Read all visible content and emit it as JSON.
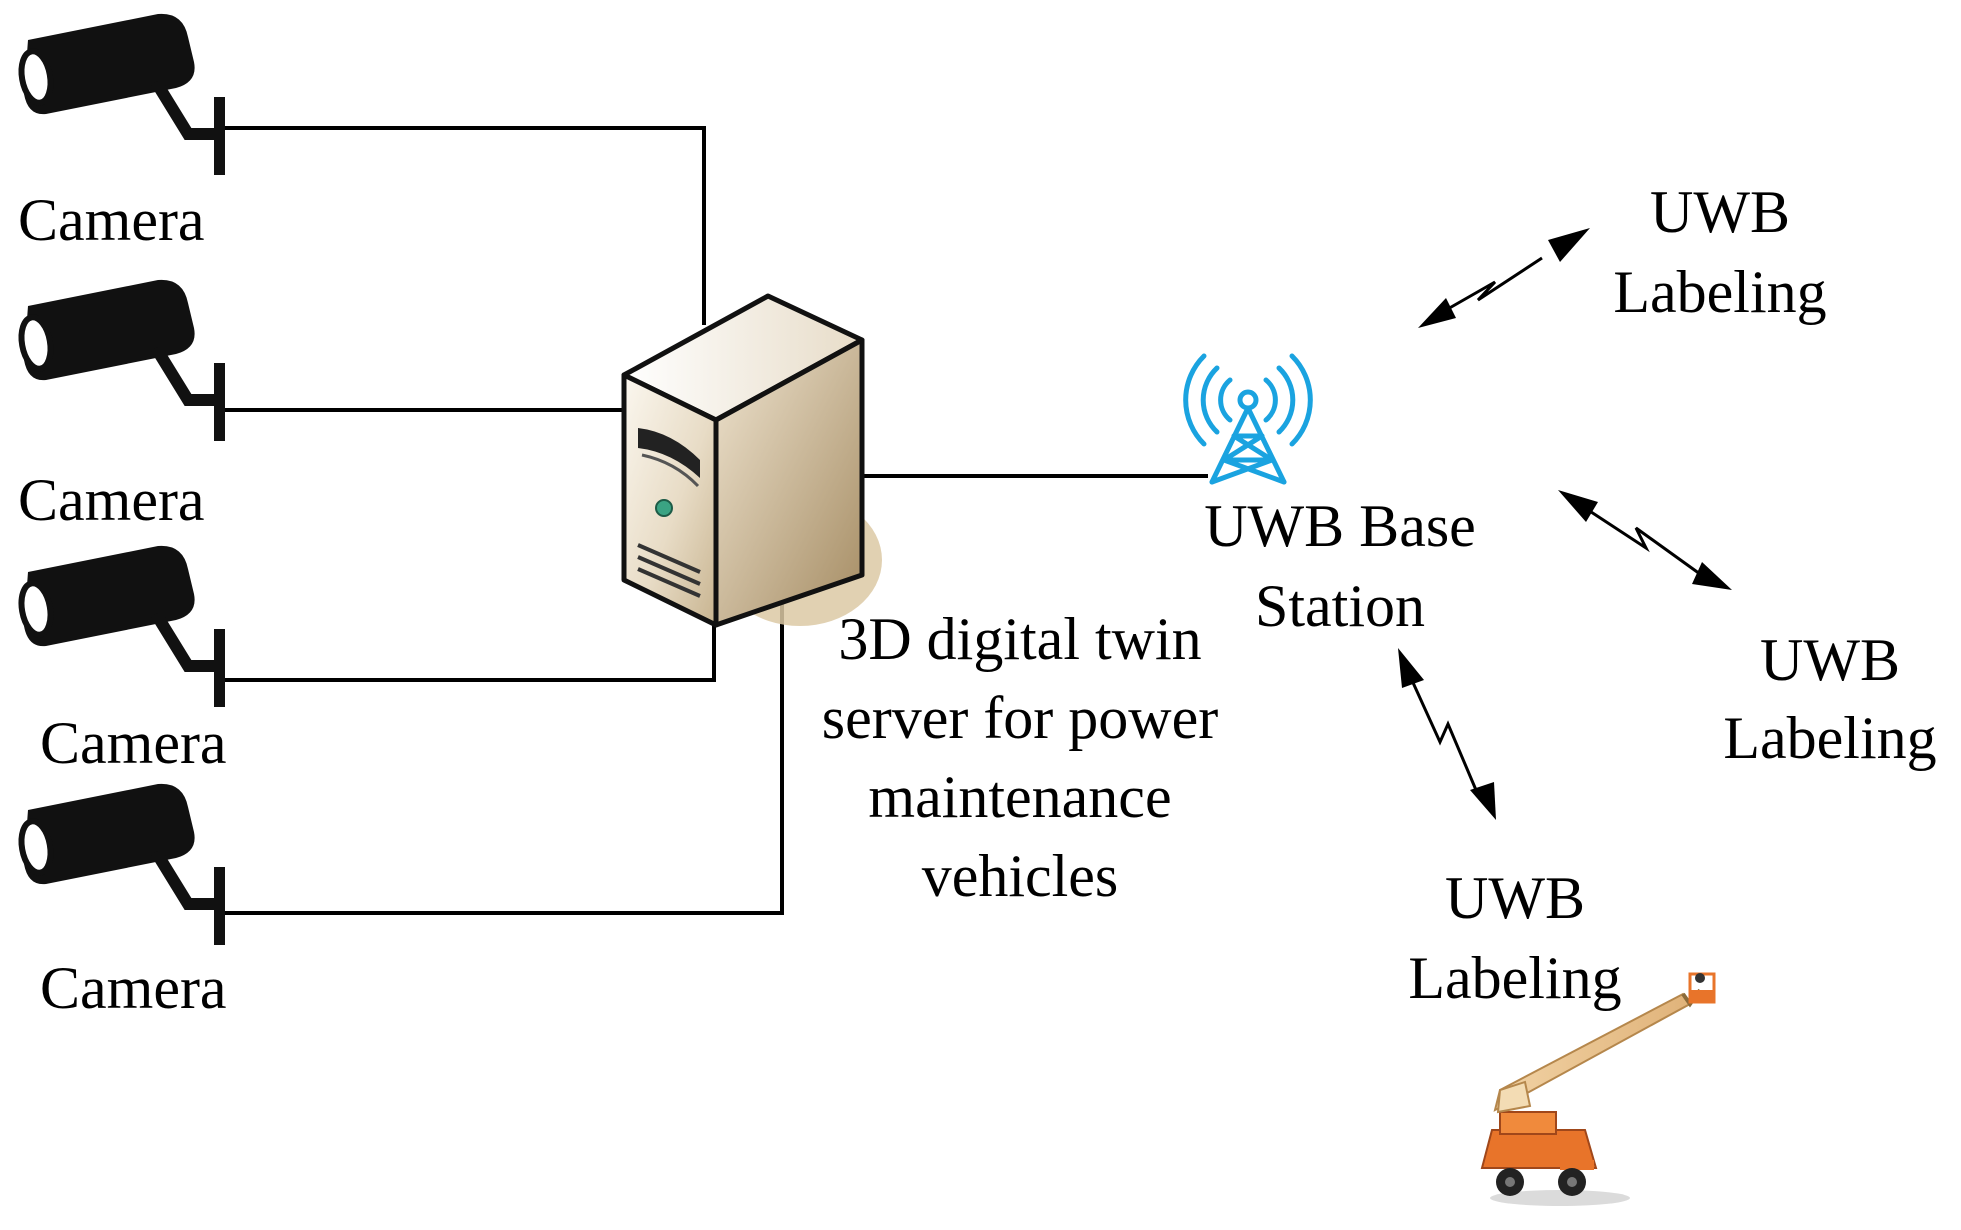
{
  "cameras": [
    {
      "label": "Camera"
    },
    {
      "label": "Camera"
    },
    {
      "label": "Camera"
    },
    {
      "label": "Camera"
    }
  ],
  "server": {
    "label_lines": [
      "3D digital twin",
      "server for power",
      "maintenance",
      "vehicles"
    ]
  },
  "base_station": {
    "label_lines": [
      "UWB Base",
      "Station"
    ],
    "icon": "antenna-tower-icon",
    "icon_color": "#1aa3e0"
  },
  "uwb_tags": [
    {
      "line1": "UWB",
      "line2": "Labeling"
    },
    {
      "line1": "UWB",
      "line2": "Labeling"
    },
    {
      "line1": "UWB",
      "line2": "Labeling"
    }
  ],
  "vehicle": {
    "icon": "aerial-lift-truck-icon",
    "color": "#e8742a"
  },
  "colors": {
    "line": "#000000",
    "server_body": "#e9dcc4",
    "server_shadow": "#c9b48e"
  }
}
